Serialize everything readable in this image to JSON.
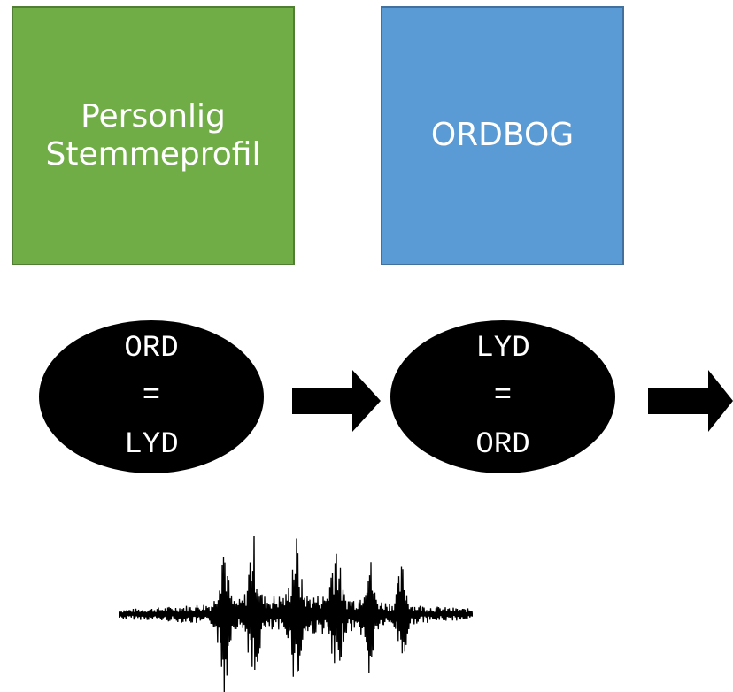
{
  "diagram": {
    "boxes": [
      {
        "id": "profile",
        "lines": [
          "Personlig",
          "Stemmeprofil"
        ],
        "color": "#70ad47"
      },
      {
        "id": "dictionary",
        "lines": [
          "ORDBOG"
        ],
        "color": "#5b9bd5"
      }
    ],
    "steps": [
      {
        "top": "ORD",
        "middle": "=",
        "bottom": "LYD"
      },
      {
        "top": "LYD",
        "middle": "=",
        "bottom": "ORD"
      }
    ],
    "arrows": [
      "arrow-right",
      "arrow-right"
    ],
    "waveform_icon": "audio-waveform-icon"
  }
}
